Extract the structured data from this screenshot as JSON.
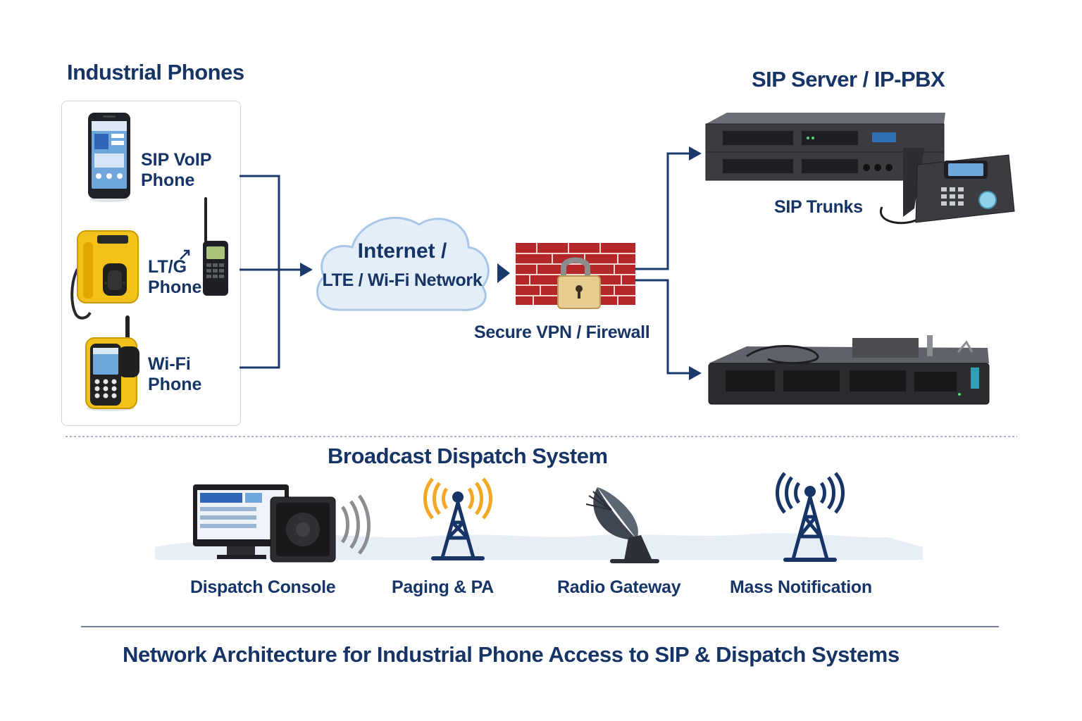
{
  "phones_group": {
    "title": "Industrial Phones",
    "items": [
      {
        "line1": "SIP VoIP",
        "line2": "Phone",
        "icon": "smartphone-icon"
      },
      {
        "line1": "LT/G",
        "line2": "Phone",
        "icon": "rugged-phone-icon"
      },
      {
        "line1": "Wi-Fi",
        "line2": "Phone",
        "icon": "wifi-handset-icon"
      }
    ]
  },
  "network": {
    "line1": "Internet /",
    "line2": "LTE / Wi-Fi Network",
    "icon": "cloud-icon"
  },
  "firewall": {
    "label": "Secure VPN / Firewall",
    "icon": "firewall-lock-icon"
  },
  "sip_server": {
    "title": "SIP Server / IP-PBX",
    "trunks_label": "SIP Trunks",
    "icons": [
      "rack-server-icon",
      "desk-ip-phone-icon",
      "gateway-appliance-icon"
    ]
  },
  "dispatch": {
    "title": "Broadcast Dispatch System",
    "items": [
      {
        "label": "Dispatch Console",
        "icon": "dispatch-console-icon"
      },
      {
        "label": "Paging & PA",
        "icon": "paging-tower-icon"
      },
      {
        "label": "Radio Gateway",
        "icon": "satellite-dish-icon"
      },
      {
        "label": "Mass Notification",
        "icon": "notification-tower-icon"
      }
    ]
  },
  "footer": {
    "caption": "Network Architecture for Industrial Phone Access to SIP & Dispatch Systems"
  },
  "colors": {
    "navy": "#163466",
    "connector": "#1b3a6b",
    "brick": "#b5282a",
    "yellow": "#f2c21b",
    "amber": "#f5a623",
    "cloud": "#e4eef9"
  }
}
